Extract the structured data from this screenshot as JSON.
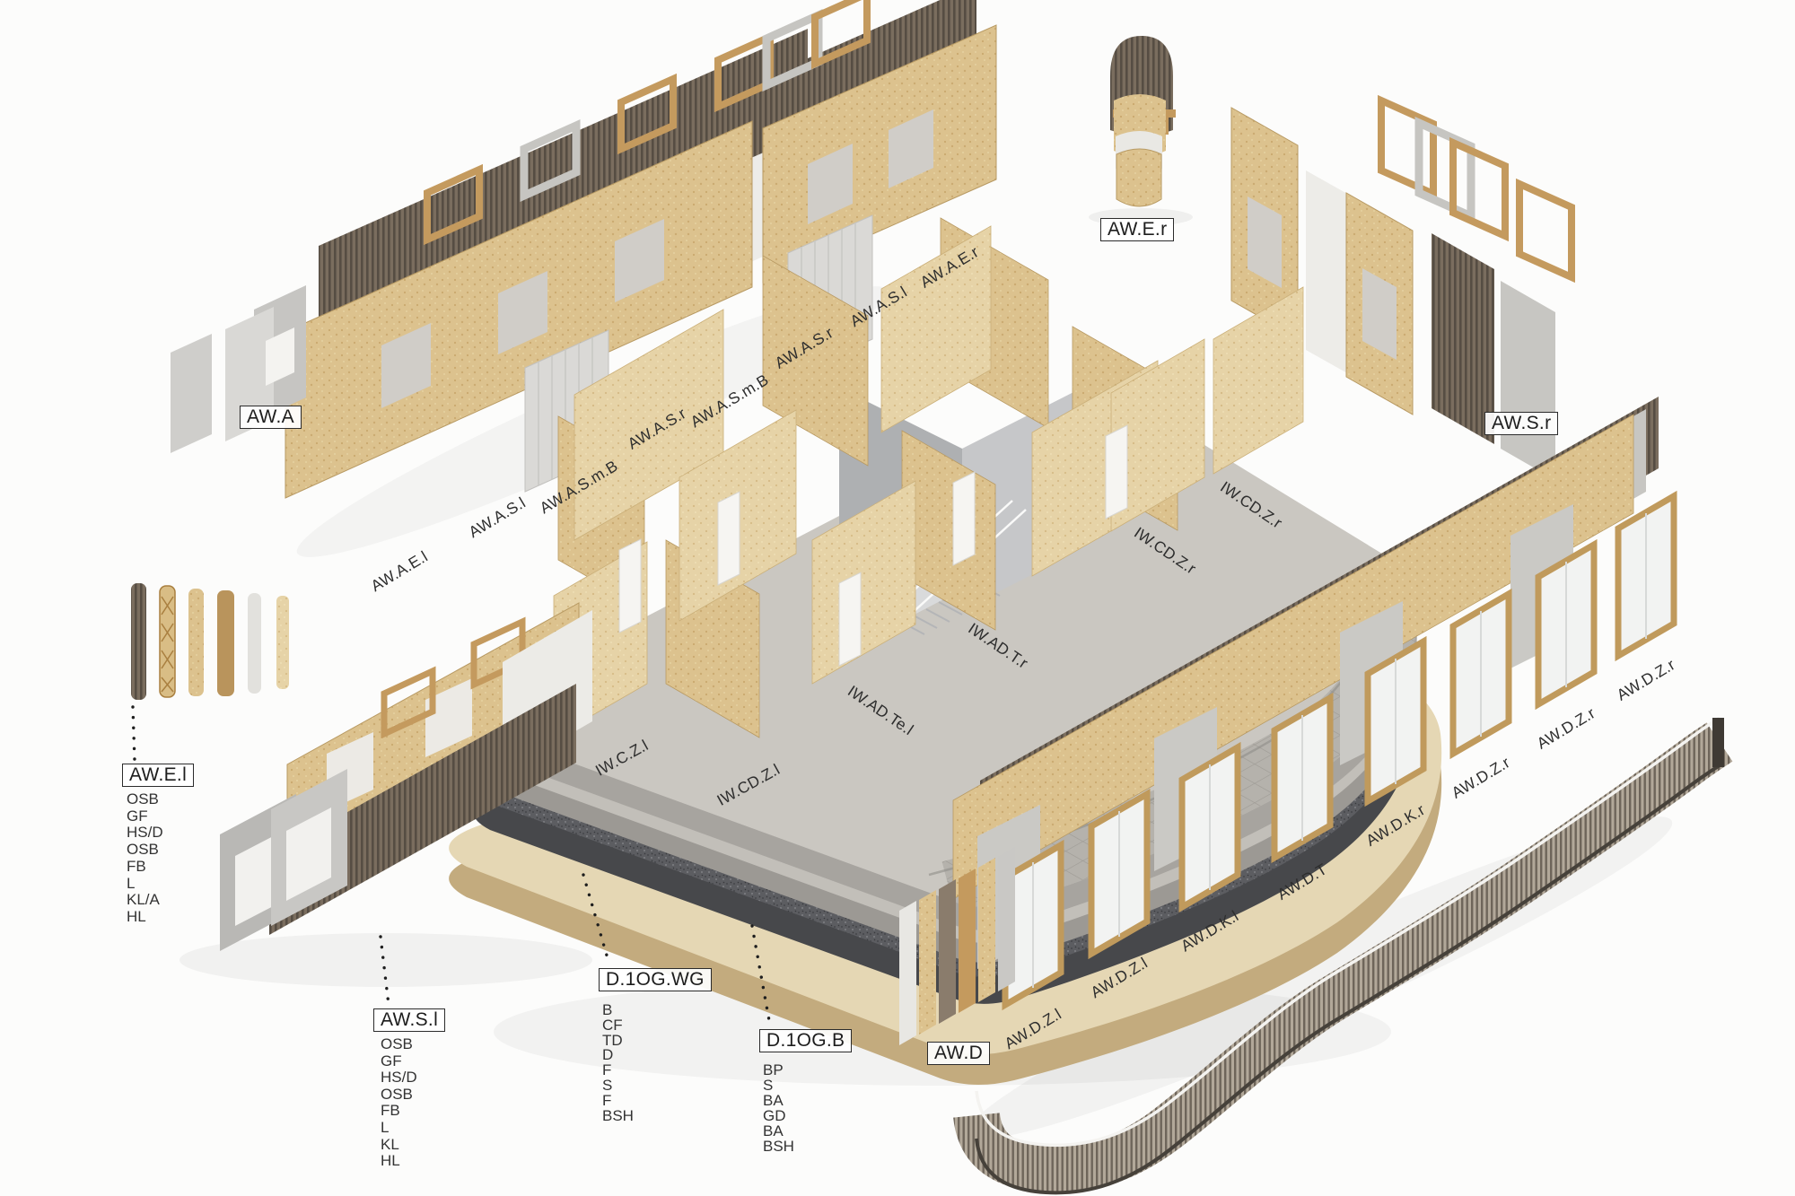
{
  "boxed_labels": {
    "aw_a": "AW.A",
    "aw_e_r": "AW.E.r",
    "aw_s_r": "AW.S.r",
    "aw_e_l": "AW.E.l",
    "aw_s_l": "AW.S.l",
    "d_1og_wg": "D.1OG.WG",
    "d_1og_b": "D.1OG.B",
    "aw_d": "AW.D"
  },
  "layer_lists": {
    "aw_e_l": [
      "OSB",
      "GF",
      "HS/D",
      "OSB",
      "FB",
      "L",
      "KL/A",
      "HL"
    ],
    "aw_s_l": [
      "OSB",
      "GF",
      "HS/D",
      "OSB",
      "FB",
      "L",
      "KL",
      "HL"
    ],
    "d_1og_wg": [
      "B",
      "CF",
      "TD",
      "D",
      "F",
      "S",
      "F",
      "BSH"
    ],
    "d_1og_b": [
      "BP",
      "S",
      "BA",
      "GD",
      "BA",
      "BSH"
    ]
  },
  "panel_labels": {
    "aw_a_row": [
      "AW.A.E.l",
      "AW.A.S.l",
      "AW.A.S.m.B",
      "AW.A.S.r",
      "AW.A.S.m.B",
      "AW.A.S.r",
      "AW.A.S.l",
      "AW.A.E.r"
    ],
    "aw_d_row": [
      "AW.D.Z.l",
      "AW.D.Z.l",
      "AW.D.K.l",
      "AW.D.T",
      "AW.D.K.r",
      "AW.D.Z.r",
      "AW.D.Z.r",
      "AW.D.Z.r"
    ],
    "iw_desc": [
      "IW.CD.Z.r",
      "IW.CD.Z.r",
      "IW.AD.T.r",
      "IW.AD.Te.l"
    ],
    "iw_asc": [
      "IW.C.Z.l",
      "IW.CD.Z.l"
    ]
  },
  "colors": {
    "background": "#fcfcfb",
    "osb": "#dcc28e",
    "osb_light": "#e5d2a6",
    "wood_frame": "#c49a5e",
    "slat_dark": "#5f564c",
    "concrete_top": "#cac7c1",
    "concrete_side": "#a7a49f",
    "insulation": "#5c5d61",
    "base_slab": "#e5d7b4",
    "gray_panel": "#c7c6c2",
    "railing": "#6e655a",
    "label_border": "#2b2b2b"
  }
}
